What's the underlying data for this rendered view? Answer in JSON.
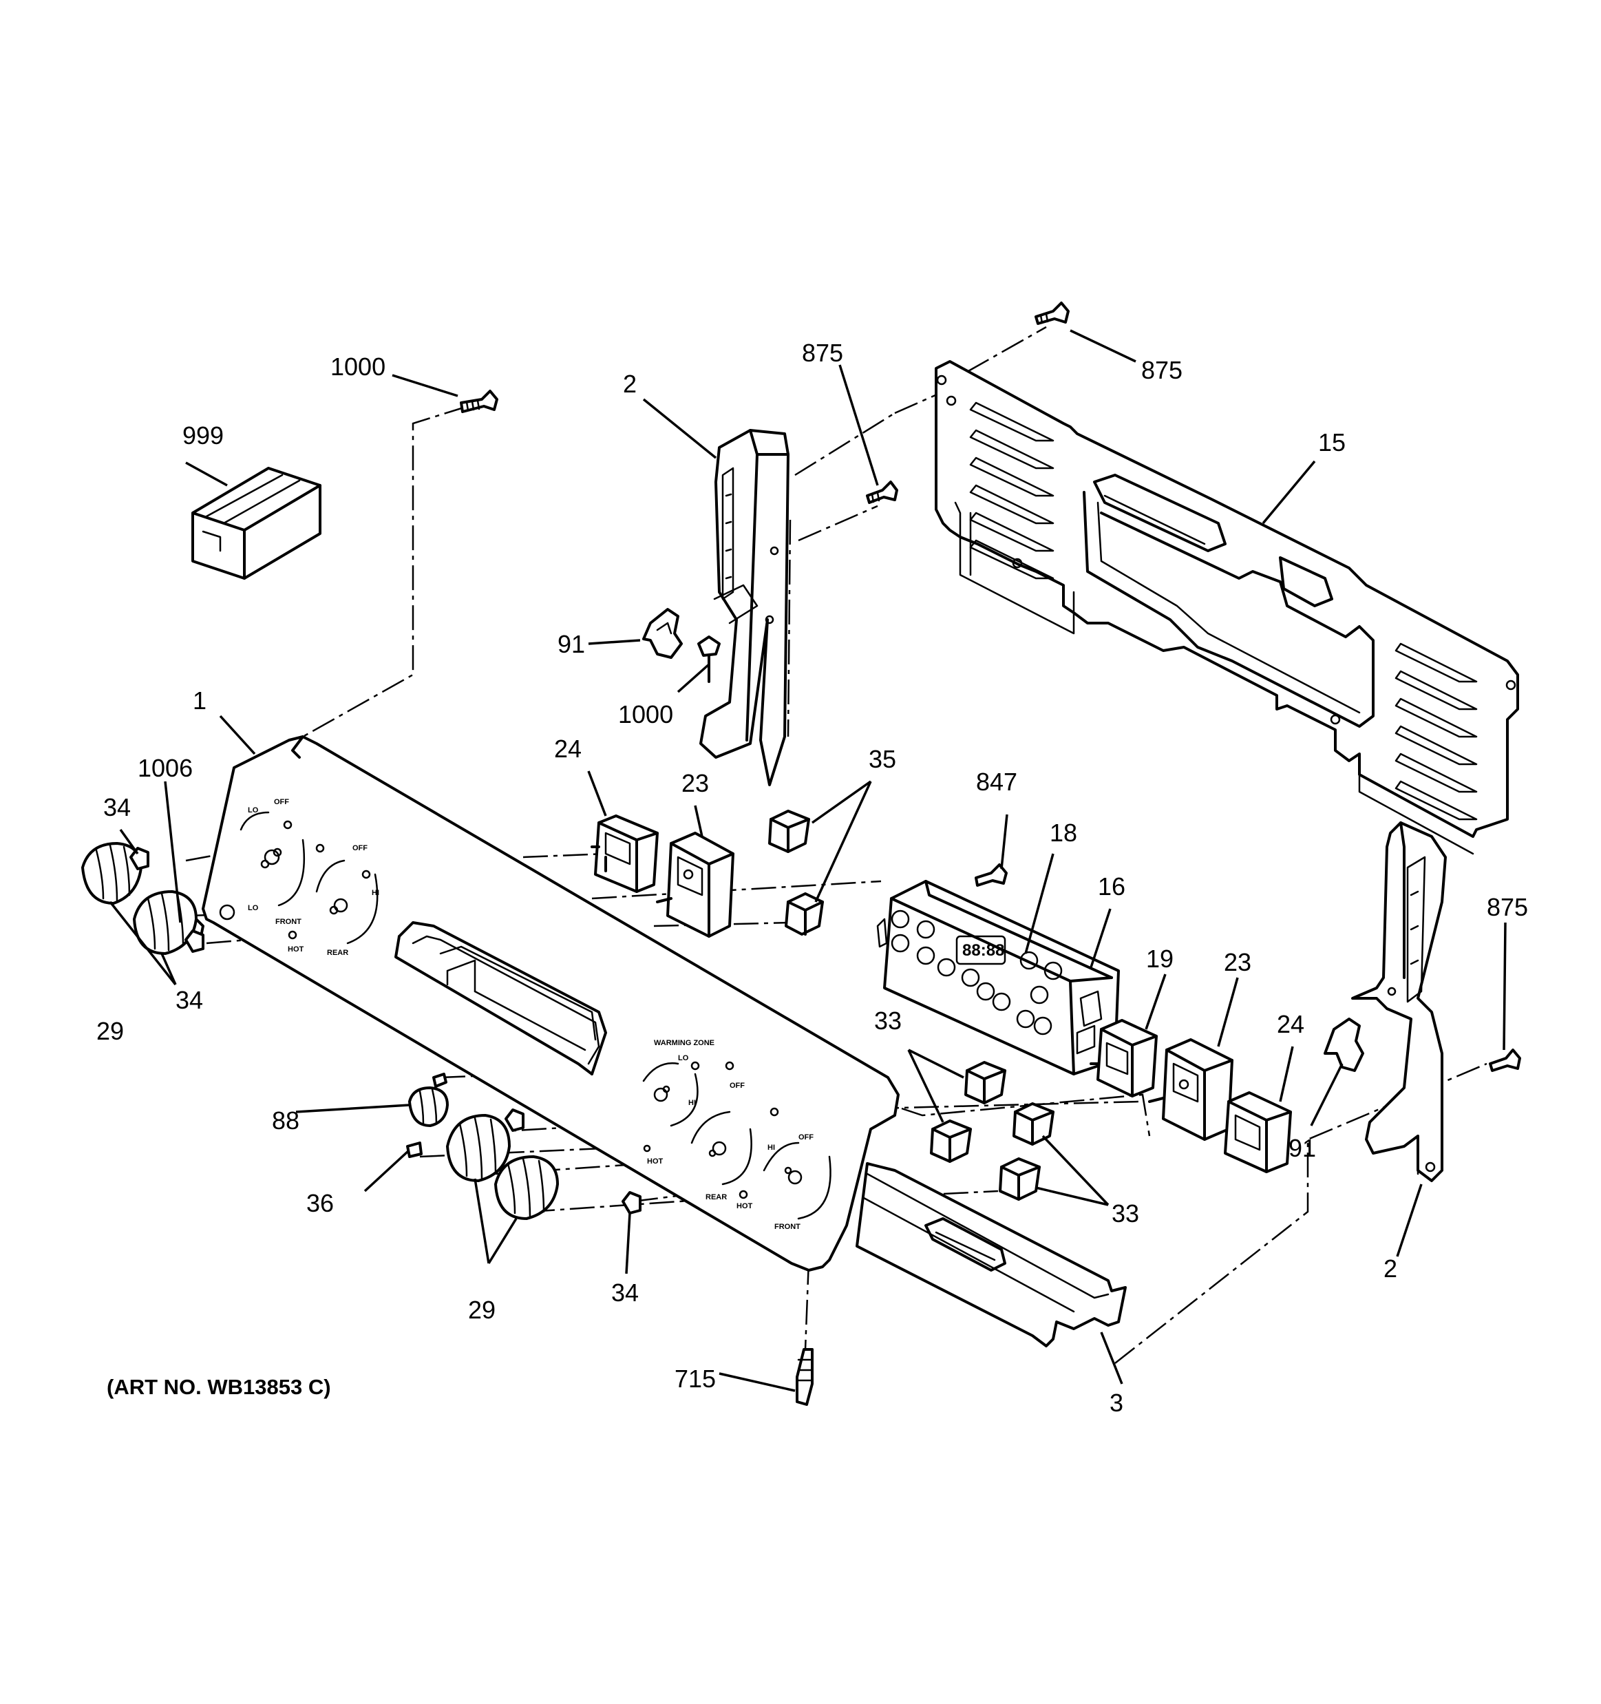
{
  "diagram": {
    "art_number": "(ART NO. WB13853 C)",
    "callouts": [
      {
        "id": "c1000a",
        "text": "1000"
      },
      {
        "id": "c999",
        "text": "999"
      },
      {
        "id": "c2a",
        "text": "2"
      },
      {
        "id": "c875a",
        "text": "875"
      },
      {
        "id": "c875b",
        "text": "875"
      },
      {
        "id": "c15",
        "text": "15"
      },
      {
        "id": "c91a",
        "text": "91"
      },
      {
        "id": "c1000b",
        "text": "1000"
      },
      {
        "id": "c1",
        "text": "1"
      },
      {
        "id": "c1006",
        "text": "1006"
      },
      {
        "id": "c34a",
        "text": "34"
      },
      {
        "id": "c24a",
        "text": "24"
      },
      {
        "id": "c23a",
        "text": "23"
      },
      {
        "id": "c35",
        "text": "35"
      },
      {
        "id": "c847",
        "text": "847"
      },
      {
        "id": "c18",
        "text": "18"
      },
      {
        "id": "c16",
        "text": "16"
      },
      {
        "id": "c875c",
        "text": "875"
      },
      {
        "id": "c19",
        "text": "19"
      },
      {
        "id": "c23b",
        "text": "23"
      },
      {
        "id": "c24b",
        "text": "24"
      },
      {
        "id": "c34b",
        "text": "34"
      },
      {
        "id": "c29a",
        "text": "29"
      },
      {
        "id": "c33a",
        "text": "33"
      },
      {
        "id": "c91b",
        "text": "91"
      },
      {
        "id": "c88",
        "text": "88"
      },
      {
        "id": "c36",
        "text": "36"
      },
      {
        "id": "c33b",
        "text": "33"
      },
      {
        "id": "c2b",
        "text": "2"
      },
      {
        "id": "c29b",
        "text": "29"
      },
      {
        "id": "c34c",
        "text": "34"
      },
      {
        "id": "c715",
        "text": "715"
      },
      {
        "id": "c3",
        "text": "3"
      }
    ],
    "panel_text": {
      "off": "OFF",
      "lo": "LO",
      "hi": "HI",
      "front": "FRONT",
      "rear": "REAR",
      "hot": "HOT",
      "warming_zone": "WARMING ZONE",
      "display": "88:88"
    }
  }
}
